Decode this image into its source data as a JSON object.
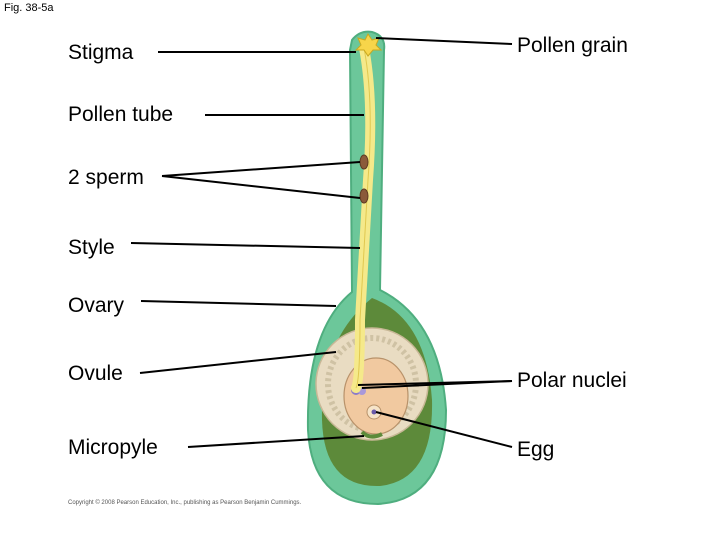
{
  "figure_label": "Fig. 38-5a",
  "labels": {
    "stigma": "Stigma",
    "pollen_tube": "Pollen tube",
    "two_sperm": "2 sperm",
    "style": "Style",
    "ovary": "Ovary",
    "ovule": "Ovule",
    "micropyle": "Micropyle",
    "pollen_grain": "Pollen grain",
    "polar_nuclei": "Polar nuclei",
    "egg": "Egg"
  },
  "copyright": "Copyright © 2008 Pearson Education, Inc., publishing as Pearson Benjamin Cummings.",
  "colors": {
    "carpel": "#6cc79a",
    "carpel_outline": "#4fae7f",
    "ovary_cavity": "#5d8a3a",
    "pollen_tube": "#f5e98a",
    "ovule_outer": "#e9dcc2",
    "embryo_sac": "#f1c9a0",
    "nuclei": "#8b7bc9",
    "sperm": "#8b5a3a",
    "leader_lines": "#000000"
  }
}
